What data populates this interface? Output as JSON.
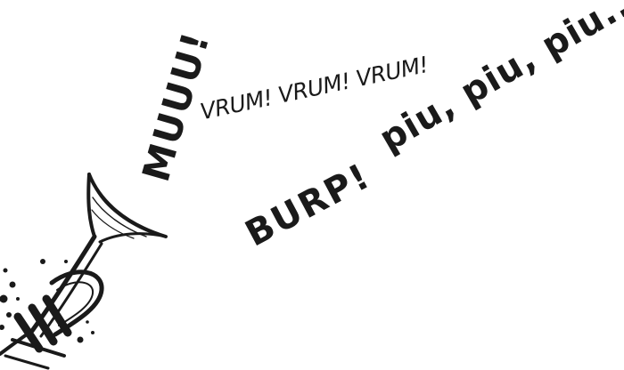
{
  "sounds": {
    "cow": "MUUU!",
    "burp": "BURP!",
    "vrum": "VRUM! VRUM! VRUM!",
    "piu": "piu, piu, piu..."
  },
  "illustration": {
    "instrument": "trumpet-icon",
    "ink_color": "#1a1a1a",
    "background": "#ffffff"
  }
}
